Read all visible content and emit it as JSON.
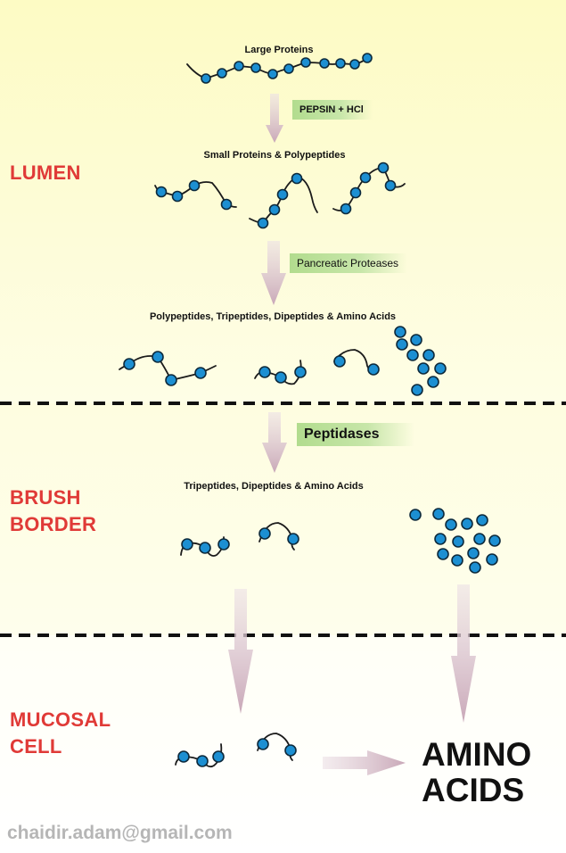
{
  "regions": {
    "lumen": "LUMEN",
    "brush_border": "BRUSH\nBORDER",
    "mucosal_cell": "MUCOSAL\nCELL"
  },
  "steps": {
    "large_proteins": "Large Proteins",
    "small_proteins": "Small Proteins & Polypeptides",
    "polypeptides": "Polypeptides, Tripeptides, Dipeptides & Amino Acids",
    "tripeptides": "Tripeptides, Dipeptides & Amino Acids"
  },
  "enzymes": {
    "pepsin": "PEPSIN + HCl",
    "pancreatic": "Pancreatic Proteases",
    "peptidases": "Peptidases"
  },
  "product": "AMINO\nACIDS",
  "credit": "chaidir.adam@gmail.com",
  "colors": {
    "region_label": "#e03a37",
    "bead": "#1c8fd2",
    "enzyme_box": "#b2dc8e",
    "arrow": "#c9a8b8"
  }
}
